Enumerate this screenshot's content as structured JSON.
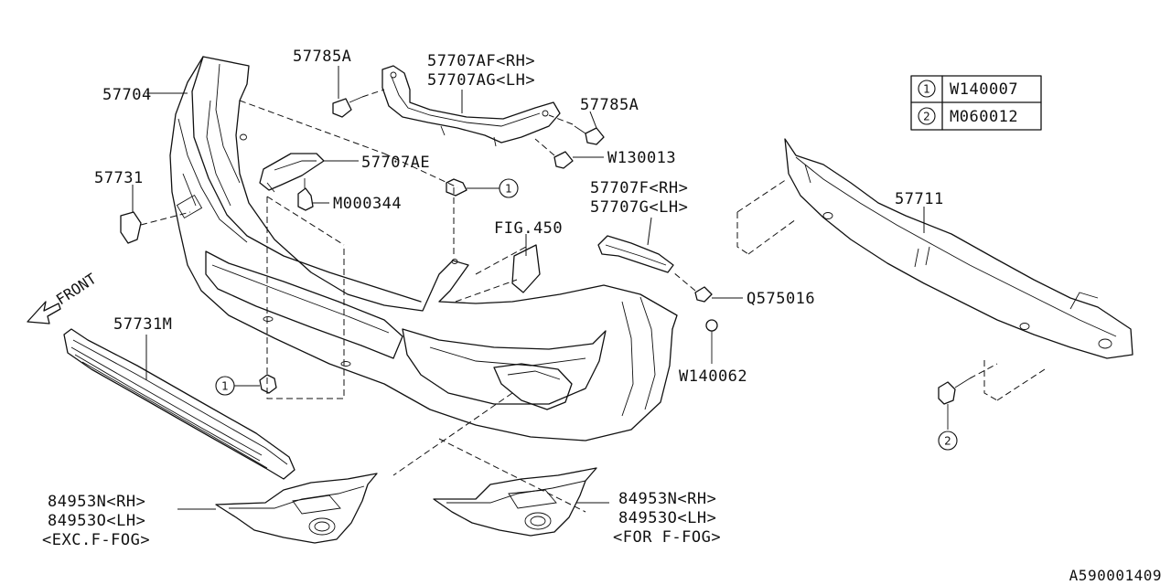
{
  "legend": {
    "rows": [
      {
        "symbol": "1",
        "code": "W140007"
      },
      {
        "symbol": "2",
        "code": "M060012"
      }
    ]
  },
  "labels": {
    "bumper_cover": "57704",
    "clip_a_top": "57785A",
    "bracket_af": "57707AF<RH>",
    "bracket_ag": "57707AG<LH>",
    "clip_a_right": "57785A",
    "bolt_w130013": "W130013",
    "bracket_ae": "57707AE",
    "cap_57731": "57731",
    "screw_m000344": "M000344",
    "bracket_f": "57707F<RH>",
    "bracket_g": "57707G<LH>",
    "fig_ref": "FIG.450",
    "beam": "57711",
    "front_arrow": "FRONT",
    "grille": "57731M",
    "screw_q575016": "Q575016",
    "clip_w140062": "W140062",
    "fog_left_rh": "84953N<RH>",
    "fog_left_lh": "84953O<LH>",
    "fog_left_note": "<EXC.F-FOG>",
    "fog_right_rh": "84953N<RH>",
    "fog_right_lh": "84953O<LH>",
    "fog_right_note": "<FOR F-FOG>",
    "callout_1": "1",
    "callout_2": "2",
    "diagram_id": "A590001409"
  }
}
